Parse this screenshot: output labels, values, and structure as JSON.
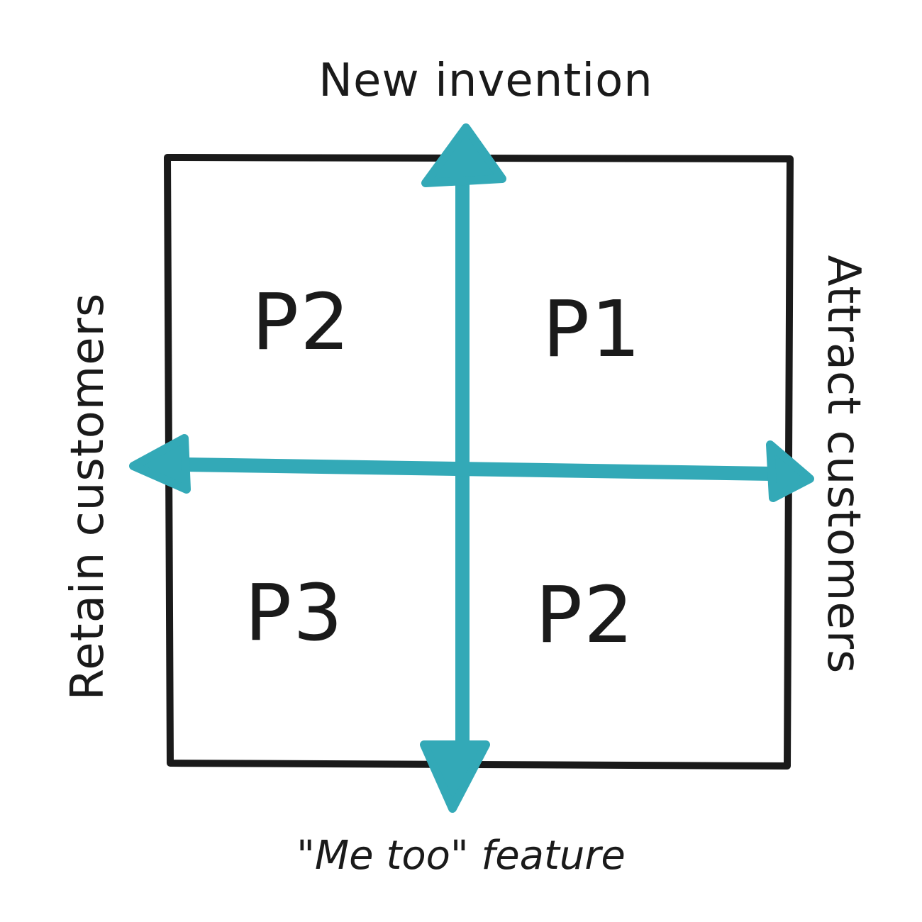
{
  "labels": {
    "top": "New invention",
    "bottom": "\"Me too\" feature",
    "left": "Retain customers",
    "right": "Attract customers"
  },
  "quadrants": {
    "top_left": "P2",
    "top_right": "P1",
    "bottom_left": "P3",
    "bottom_right": "P2"
  },
  "colors": {
    "arrow": "#33a9b7",
    "frame": "#1a1a1a",
    "text": "#1a1a1a",
    "background": "#ffffff"
  }
}
